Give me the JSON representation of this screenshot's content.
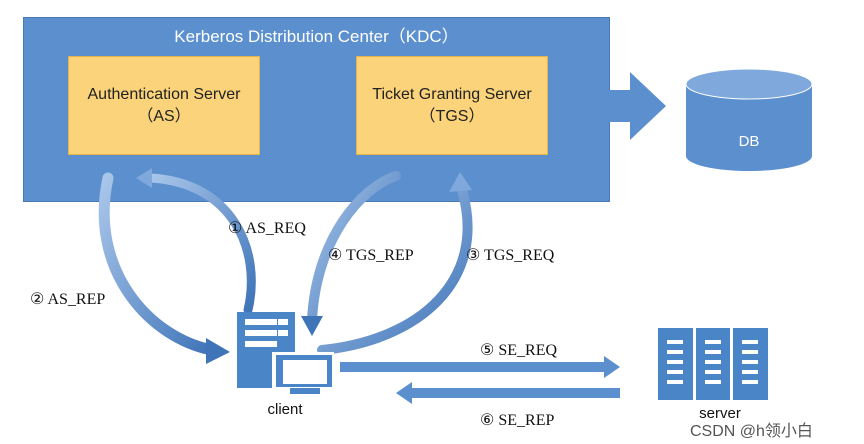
{
  "kdc": {
    "title": "Kerberos Distribution Center（KDC）"
  },
  "as_server": {
    "line1": "Authentication Server",
    "line2": "（AS）"
  },
  "tgs_server": {
    "line1": "Ticket Granting Server",
    "line2": "（TGS）"
  },
  "db": {
    "label": "DB"
  },
  "client": {
    "label": "client"
  },
  "server": {
    "label": "server"
  },
  "messages": {
    "as_req": "① AS_REQ",
    "as_rep": "② AS_REP",
    "tgs_req": "③ TGS_REQ",
    "tgs_rep": "④ TGS_REP",
    "se_req": "⑤ SE_REQ",
    "se_rep": "⑥ SE_REP"
  },
  "watermark": "CSDN @h领小白",
  "colors": {
    "kdc_fill": "#5b8fce",
    "server_fill": "#fad37a",
    "arrow": "#5b8fce"
  }
}
